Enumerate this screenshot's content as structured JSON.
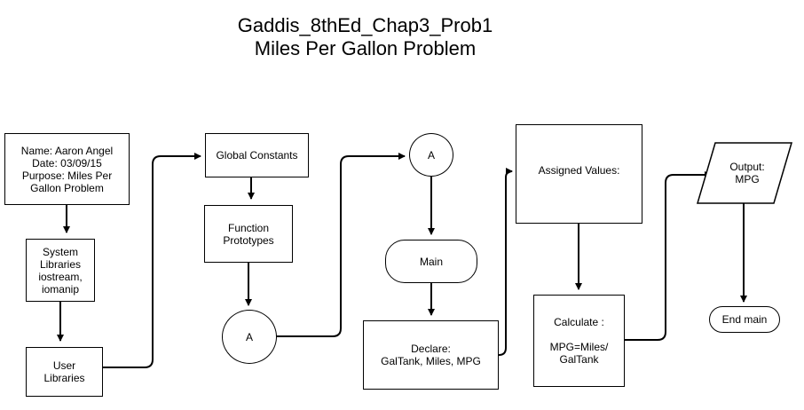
{
  "title": {
    "line1": "Gaddis_8thEd_Chap3_Prob1",
    "line2": "Miles Per Gallon Problem"
  },
  "nodes": {
    "header_info": "Name: Aaron Angel\nDate: 03/09/15\nPurpose: Miles Per\nGallon Problem",
    "system_libraries": "System\nLibraries\niostream,\niomanip",
    "user_libraries": "User\nLibraries",
    "global_constants": "Global Constants",
    "function_prototypes": "Function\nPrototypes",
    "connector_a_out": "A",
    "connector_a_in": "A",
    "main": "Main",
    "declare": "Declare:\nGalTank, Miles, MPG",
    "assigned_values": "Assigned Values:",
    "calculate": "Calculate :\n\nMPG=Miles/\nGalTank",
    "output": "Output:\nMPG",
    "end_main": "End main"
  },
  "colors": {
    "stroke": "#000000",
    "fill": "#ffffff"
  }
}
